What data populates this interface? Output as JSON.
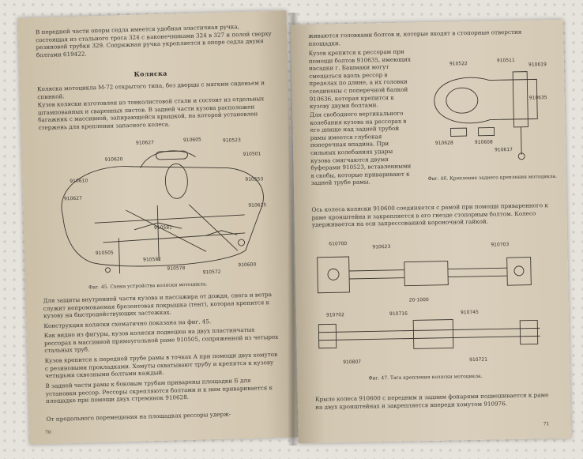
{
  "left": {
    "intro_text": "В передней части опоры седла имеется удобная эластичная ручка, состоящая из стального троса 324 с наконечниками 324 в 327 и полой сверху резиновой трубки 329. Сопряжная ручка укрепляется в опоре седла двумя болтами 619422.",
    "section_title": "Коляска",
    "para1": "Коляска мотоцикла М-72 открытого типа, без дверцы с мягким сиденьем и спинкой.",
    "para2": "Кузов коляски изготовлен из тонколистовой стали и состоит из отдельных штампованных и сваренных листов. В задней части кузова расположен багажник с массивной, запирающейся крышкой, на которой установлен стержень для крепления запасного колеса.",
    "figure_labels": [
      "910627",
      "910605",
      "910523",
      "910620",
      "910501",
      "910610",
      "910553",
      "910627",
      "910625",
      "910581",
      "910505",
      "910582",
      "910578",
      "910572",
      "910600"
    ],
    "figure_caption": "Фиг. 45. Схема устройства коляски мотоцикла.",
    "para3": "Для защиты внутренней части кузова и пассажира от дождя, снега и ветра служит непромокаемая брезентовая покрышка (тент), которая крепится к кузову на быстродействующих застежках.",
    "para4": "Конструкция коляски схематично показана на фиг. 45.",
    "para5": "Как видно из фигуры, кузов коляски подвешен на двух пластинчатых рессорах в массивной прямоугольной раме 910505, сопряженной из четырех стальных труб.",
    "para6": "Кузов крепится к передней трубе рамы в точках А при помощи двух хомутов с резиновыми прокладками. Хомуты охватывают трубу и крепятся к кузову четырьмя сквозными болтами каждый.",
    "para7": "В задней части рамы к боковым трубам приварены площадки Б для установки рессор. Рессоры скрепляются болтами и к ним приваривается к площадке при помощи двух стремянок 910628.",
    "para8": "От продольного перемещения на площадках рессоры удерж-",
    "page_number": "70"
  },
  "right": {
    "intro_text": "живаются головками болтов и, которые входят в стопорные отверстия площадки.",
    "para1": "Кузов крепится к рессорам при помощи болтов 910635, имеющих насадки г. Башмаки могут смещаться вдоль рессор в пределах по длине, а их головки соединены с поперечной балкой 910636, которая крепится к кузову двумя болтами.",
    "para2": "Для свободного вертикального колебания кузова на рессорах в его днище над задней трубой рамы имеется глубокая поперечная впадина. При сильных колебаниях удары кузова смягчаются двумя буферами 910523, вставленными в скобы, которые приваривают к задней трубе рамы.",
    "figure46_labels": [
      "910522",
      "910511",
      "910619",
      "910635",
      "910628",
      "910608",
      "910617"
    ],
    "figure46_caption": "Фиг. 46. Крепление заднего крепления мотоцикла.",
    "para3": "Ось колеса коляски 910600 соединяется с рамой при помощи приваренного к раме кронштейна и закрепляется в его гнезде стопорным болтом. Колесо удерживается на оси запрессованной короночной гайкой.",
    "figure47_labels": [
      "610700",
      "910623",
      "20-1000",
      "910703",
      "910702",
      "910716",
      "910745",
      "910807",
      "910721"
    ],
    "figure47_caption": "Фиг. 47. Тяга крепления коляски мотоцикла.",
    "para4": "Крыло колеса 910600 с передним и задним фонарями подвешивается к раме на двух кронштейнах и закрепляется впереди хомутом 910976.",
    "page_number": "71"
  }
}
